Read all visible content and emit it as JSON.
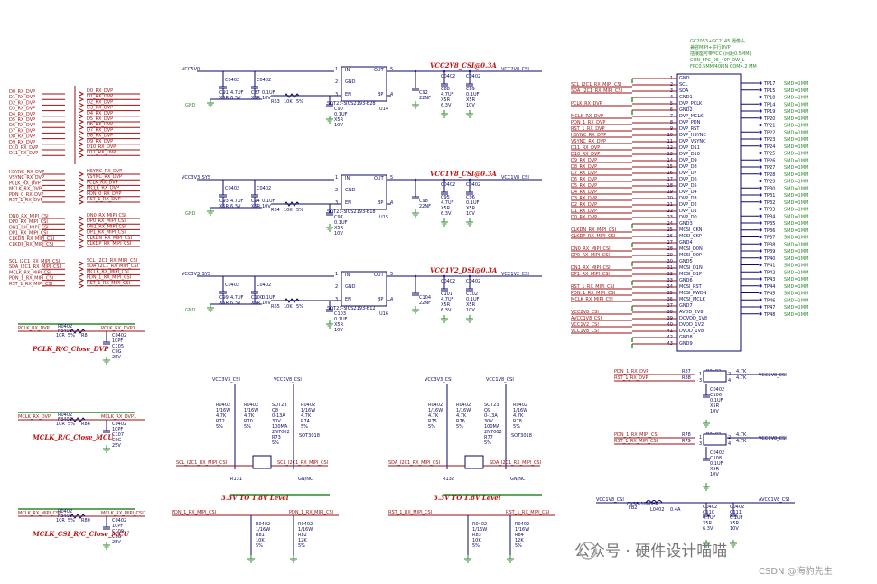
{
  "left_nets": {
    "dvp_data": [
      "D0_RX_DVP",
      "D1_RX_DVP",
      "D2_RX_DVP",
      "D3_RX_DVP",
      "D4_RX_DVP",
      "D5_RX_DVP",
      "D6_RX_DVP",
      "D7_RX_DVP",
      "D8_RX_DVP",
      "D9_RX_DVP",
      "D10_RX_DVP",
      "D11_RX_DVP"
    ],
    "dvp_ctrl": [
      "HSYNC_RX_DVP",
      "VSYNC_RX_DVP",
      "PCLK_RX_DVP",
      "MCLK_RX_DVP",
      "PDN_0_RX_DVP",
      "RST_1_RX_DVP"
    ],
    "mipi": [
      "DN0_RX_MIPI_CSI",
      "DP0_RX_MIPI_CSI",
      "DN1_RX_MIPI_CSI",
      "DP1_RX_MIPI_CSI",
      "CLKDN_RX_MIPI_CSI",
      "CLKDP_RX_MIPI_CSI"
    ],
    "ctrl2": [
      "SCL_I2C1_RX_MIPI_CSI",
      "SDA_I2C1_RX_MIPI_CSI",
      "MCLK_RX_MIPI_CSI",
      "PDN_1_RX_MIPI_CSI",
      "RST_1_RX_MIPI_CSI"
    ]
  },
  "regulators": [
    {
      "title": "VCC2V8_CSI@0.3A",
      "vin": "VCC5V0",
      "vout": "VCC2V8_CSI",
      "part": "TCS2193-B28",
      "pkg": "SOT23-5",
      "ref": "U14",
      "in_cap": [
        "C91",
        "4.7UF",
        "X5R",
        "6.3V"
      ],
      "in_cap2": [
        "C87",
        "0.1UF",
        "X5R",
        "10V"
      ],
      "res": [
        "R63",
        "10K",
        "5%"
      ],
      "bp_cap": [
        "C90",
        "0.1UF",
        "X5R",
        "10V"
      ],
      "out_cap": [
        "C92",
        "22NF"
      ],
      "out_cap2": [
        "C88",
        "4.7UF",
        "X5R",
        "6.3V"
      ],
      "out_cap3": [
        "C89",
        "0.1UF",
        "X5R",
        "10V"
      ]
    },
    {
      "title": "VCC1V8_CSI@0.3A",
      "vin": "VCC3V3_SYS",
      "vout": "VCC1V8_CSI",
      "part": "TCS2193-B18",
      "pkg": "SOT23-5",
      "ref": "U15",
      "in_cap": [
        "C93",
        "4.7UF",
        "X5R",
        "6.3V"
      ],
      "in_cap2": [
        "C94",
        "0.1UF",
        "X5R",
        "10V"
      ],
      "res": [
        "R64",
        "10K",
        "5%"
      ],
      "bp_cap": [
        "C97",
        "0.1UF",
        "X5R",
        "10V"
      ],
      "out_cap": [
        "C98",
        "22NF"
      ],
      "out_cap2": [
        "C95",
        "4.7UF",
        "X5R",
        "6.3V"
      ],
      "out_cap3": [
        "C96",
        "0.1UF",
        "X5R",
        "10V"
      ]
    },
    {
      "title": "VCC1V2_DSI@0.3A",
      "vin": "VCC3V3_SYS",
      "vout": "VCC1V2_CSI",
      "part": "TCS2193-B12",
      "pkg": "SOT23-5",
      "ref": "U16",
      "in_cap": [
        "C99",
        "4.7UF",
        "X5R",
        "6.3V"
      ],
      "in_cap2": [
        "C100",
        "0.1UF",
        "X5R",
        "10V"
      ],
      "res": [
        "R65",
        "10K",
        "5%"
      ],
      "bp_cap": [
        "C103",
        "0.1UF",
        "X5R",
        "10V"
      ],
      "out_cap": [
        "C104",
        "22NF"
      ],
      "out_cap2": [
        "C101",
        "4.7UF",
        "X5R",
        "6.3V"
      ],
      "out_cap3": [
        "C102",
        "0.1UF",
        "X5R",
        "10V"
      ]
    }
  ],
  "pin_labels": {
    "in": "IN",
    "out": "OUT",
    "gnd": "GND",
    "en": "EN",
    "bp": "BP",
    "p1": "1",
    "p2": "2",
    "p3": "3",
    "p4": "4",
    "p5": "5"
  },
  "connector": {
    "header": [
      "GC2053+GC2145 摄像头",
      "兼容MIPI+并行DVP",
      "插接座可带VCC (间距0.5MM)",
      "CON_FPC_05_40P_DW_L",
      "FPC0.5MM/40PIN COM4.2 MM"
    ],
    "pins": [
      {
        "n": "1",
        "name": "GND",
        "net": ""
      },
      {
        "n": "2",
        "name": "SCL",
        "net": "SCL_I2C1_RX_MIPI_CSI"
      },
      {
        "n": "3",
        "name": "SDA",
        "net": "SDA_I2C1_RX_MIPI_CSI"
      },
      {
        "n": "4",
        "name": "GND1",
        "net": ""
      },
      {
        "n": "5",
        "name": "DVP_PCLK",
        "net": "PCLK_RX_DVP"
      },
      {
        "n": "6",
        "name": "GND2",
        "net": ""
      },
      {
        "n": "7",
        "name": "DVP_MCLK",
        "net": "MCLK_RX_DVP"
      },
      {
        "n": "8",
        "name": "DVP_PDN",
        "net": "PDN_1_RX_DVP"
      },
      {
        "n": "9",
        "name": "DVP_RST",
        "net": "RST_1_RX_DVP"
      },
      {
        "n": "10",
        "name": "DVP_HSYNC",
        "net": "HSYNC_RX_DVP"
      },
      {
        "n": "11",
        "name": "DVP_VSYNC",
        "net": "VSYNC_RX_DVP"
      },
      {
        "n": "12",
        "name": "DVP_D11",
        "net": "D11_RX_DVP"
      },
      {
        "n": "13",
        "name": "DVP_D10",
        "net": "D10_RX_DVP"
      },
      {
        "n": "14",
        "name": "DVP_D9",
        "net": "D9_RX_DVP"
      },
      {
        "n": "15",
        "name": "DVP_D8",
        "net": "D8_RX_DVP"
      },
      {
        "n": "16",
        "name": "DVP_D7",
        "net": "D7_RX_DVP"
      },
      {
        "n": "17",
        "name": "DVP_D6",
        "net": "D6_RX_DVP"
      },
      {
        "n": "18",
        "name": "DVP_D5",
        "net": "D5_RX_DVP"
      },
      {
        "n": "19",
        "name": "DVP_D4",
        "net": "D4_RX_DVP"
      },
      {
        "n": "20",
        "name": "DVP_D3",
        "net": "D3_RX_DVP"
      },
      {
        "n": "21",
        "name": "DVP_D2",
        "net": "D2_RX_DVP"
      },
      {
        "n": "22",
        "name": "DVP_D1",
        "net": "D1_RX_DVP"
      },
      {
        "n": "23",
        "name": "DVP_D0",
        "net": "D0_RX_DVP"
      },
      {
        "n": "24",
        "name": "GND3",
        "net": ""
      },
      {
        "n": "25",
        "name": "MCSI_CKN",
        "net": "CLKDN_RX_MIPI_CSI"
      },
      {
        "n": "26",
        "name": "MCSI_CKP",
        "net": "CLKDP_RX_MIPI_CSI"
      },
      {
        "n": "27",
        "name": "GND4",
        "net": ""
      },
      {
        "n": "28",
        "name": "MCSI_D0N",
        "net": "DN0_RX_MIPI_CSI"
      },
      {
        "n": "29",
        "name": "MCSI_D0P",
        "net": "DP0_RX_MIPI_CSI"
      },
      {
        "n": "30",
        "name": "GND5",
        "net": ""
      },
      {
        "n": "31",
        "name": "MCSI_D1N",
        "net": "DN1_RX_MIPI_CSI"
      },
      {
        "n": "32",
        "name": "MCSI_D1P",
        "net": "DP1_RX_MIPI_CSI"
      },
      {
        "n": "33",
        "name": "GND6",
        "net": ""
      },
      {
        "n": "34",
        "name": "MCSI_RST",
        "net": "RST_1_RX_MIPI_CSI"
      },
      {
        "n": "35",
        "name": "MCSI_PWDN",
        "net": "PDN_1_RX_MIPI_CSI"
      },
      {
        "n": "36",
        "name": "MCSI_MCLK",
        "net": "MCLK_RX_MIPI_CSI"
      },
      {
        "n": "37",
        "name": "GND7",
        "net": ""
      },
      {
        "n": "38",
        "name": "AVDD_2V8",
        "net": "VCC2V8_CSI"
      },
      {
        "n": "39",
        "name": "DOVDD_1V8",
        "net": "AVCC1V8_CSI"
      },
      {
        "n": "40",
        "name": "DVDD_1V2",
        "net": "VCC1V2_CSI"
      },
      {
        "n": "41",
        "name": "DVDD_1V8",
        "net": "VCC1V8_CSI"
      },
      {
        "n": "42",
        "name": "GND8",
        "net": ""
      },
      {
        "n": "43",
        "name": "GND9",
        "net": ""
      }
    ],
    "tps": [
      "TP17",
      "TP15",
      "TP18",
      "TP14",
      "TP19",
      "TP20",
      "TP21",
      "TP22",
      "TP23",
      "TP24",
      "TP25",
      "TP26",
      "TP27",
      "TP28",
      "TP29",
      "TP30",
      "TP31",
      "TP32",
      "TP33",
      "TP34",
      "TP35",
      "TP36",
      "TP37",
      "TP38",
      "TP39",
      "TP40",
      "TP41",
      "TP42",
      "TP43",
      "TP44",
      "TP45",
      "TP46",
      "TP47",
      "TP48"
    ],
    "smd": "SMD=1MM"
  },
  "rc_filters": [
    {
      "net_in": "PCLK_RX_DVP",
      "net_out": "PCLK_RX_DVP1",
      "r": [
        "R0402",
        "FB402",
        "10R",
        "5%",
        "R8"
      ],
      "c": [
        "C0402",
        "10PF",
        "C105",
        "C0G",
        "25V"
      ],
      "caption": "PCLK_R/C_Close_DVP"
    },
    {
      "net_in": "MCLK_RX_DVP",
      "net_out": "MCLK_RX_DVP1",
      "r": [
        "R0402",
        "FB402",
        "10R",
        "5%",
        "R86"
      ],
      "c": [
        "C0402",
        "10PF",
        "C107",
        "C0G",
        "25V"
      ],
      "caption": "MCLK_R/C_Close_MCU"
    },
    {
      "net_in": "MCLK_RX_MIPI_CSI",
      "net_out": "MCLK_RX_MIPI_CSI1",
      "r": [
        "R0402",
        "FB402",
        "10R",
        "5%",
        "R80"
      ],
      "c": [
        "C0402",
        "10PF",
        "C109",
        "C0G",
        "25V"
      ],
      "caption": "MCLK_CSI_R/C_Close_MCU"
    }
  ],
  "level_shifters": [
    {
      "rail_a": "VCC3V3_CSI",
      "rail_b": "VCC1V8_CSI",
      "r1": [
        "R0402",
        "1/16W",
        "4.7K",
        "R72",
        "5%"
      ],
      "r2": [
        "R0402",
        "1/16W",
        "4.7K",
        "R70",
        "5%"
      ],
      "q": [
        "SOT23",
        "Q8",
        "0-13A",
        "30V",
        "100MA",
        "2N7002",
        "R73",
        "5%"
      ],
      "r3": [
        "R0402",
        "1/16W",
        "4.7K",
        "R74",
        "5%"
      ],
      "net_left": "SCL_I2C1_RX_MIPI_CSI",
      "net_right": "SCL_I2C1_RX_MIPI_CSI",
      "ref": "R131",
      "tag": "3.3V TO 1.8V Level",
      "extra": "GN/NC",
      "sot": "SOT3018"
    },
    {
      "rail_a": "VCC3V3_CSI",
      "rail_b": "VCC1V8_CSI",
      "r1": [
        "R0402",
        "1/16W",
        "4.7K",
        "R75",
        "5%"
      ],
      "r2": [
        "R0402",
        "1/16W",
        "4.7K",
        "R76",
        "5%"
      ],
      "q": [
        "SOT23",
        "Q9",
        "0-13A",
        "30V",
        "100MA",
        "2N7002",
        "R77",
        "5%"
      ],
      "r3": [
        "R0402",
        "1/16W",
        "4.7K",
        "R78",
        "5%"
      ],
      "net_left": "SDA_I2C1_RX_MIPI_CSI",
      "net_right": "SDA_I2C1_RX_MIPI_CSI",
      "ref": "R132",
      "tag": "3.3V TO 1.8V Level",
      "extra": "GN/NC",
      "sot": "SOT3018"
    }
  ],
  "pulldowns": [
    {
      "net": "PDN_1_RX_MIPI_CSI",
      "r": [
        "R0402",
        "1/16W",
        "R81",
        "10K",
        "5%"
      ],
      "net2": "PDN_1_RX_MIPI_CSI",
      "r2": [
        "R0402",
        "1/16W",
        "R82",
        "12K",
        "5%"
      ]
    },
    {
      "net": "RST_1_RX_MIPI_CSI",
      "r": [
        "R0402",
        "1/16W",
        "R83",
        "10K",
        "5%"
      ],
      "net2": "RST_1_RX_MIPI_CSI",
      "r2": [
        "R0402",
        "1/16W",
        "R84",
        "12K",
        "5%"
      ]
    }
  ],
  "right_pullups": [
    {
      "a": "PDN_1_RX_DVP",
      "b": "RST_1_RX_DVP",
      "rr": [
        "R87",
        "R88"
      ],
      "arr": [
        "R0402",
        "4.7K"
      ],
      "rail": "VCC2V8_CSI",
      "cap": [
        "C0402",
        "C106",
        "0.1UF",
        "X5R",
        "10V"
      ],
      "pins": [
        "1",
        "2",
        "3",
        "4"
      ]
    },
    {
      "a": "PDN_1_RX_MIPI_CSI",
      "b": "RST_1_RX_MIPI_CSI",
      "rr": [
        "R78",
        "R79"
      ],
      "arr": [
        "R0402",
        "4.7K"
      ],
      "rail": "VCC1V8_CSI",
      "cap": [
        "C0402",
        "C108",
        "0.1UF",
        "X5R",
        "10V"
      ],
      "pins": [
        "1",
        "2",
        "3",
        "4"
      ]
    }
  ],
  "bead": {
    "rail_in": "VCC1V8_CSI",
    "rail_out": "AVCC1V8_CSI",
    "fb": [
      "FB2",
      "L0402",
      "CXSB-1000HK",
      "0.4A"
    ],
    "c1": [
      "C0402",
      "C110",
      "4.7UF",
      "X5R",
      "6.3V"
    ],
    "c2": [
      "C0402",
      "C111",
      "0.1UF",
      "X5R",
      "10V"
    ]
  },
  "gnd_label": "GND",
  "watermark": {
    "main": "公众号 · 硬件设计喵喵",
    "sub": "CSDN @海豹先生"
  }
}
